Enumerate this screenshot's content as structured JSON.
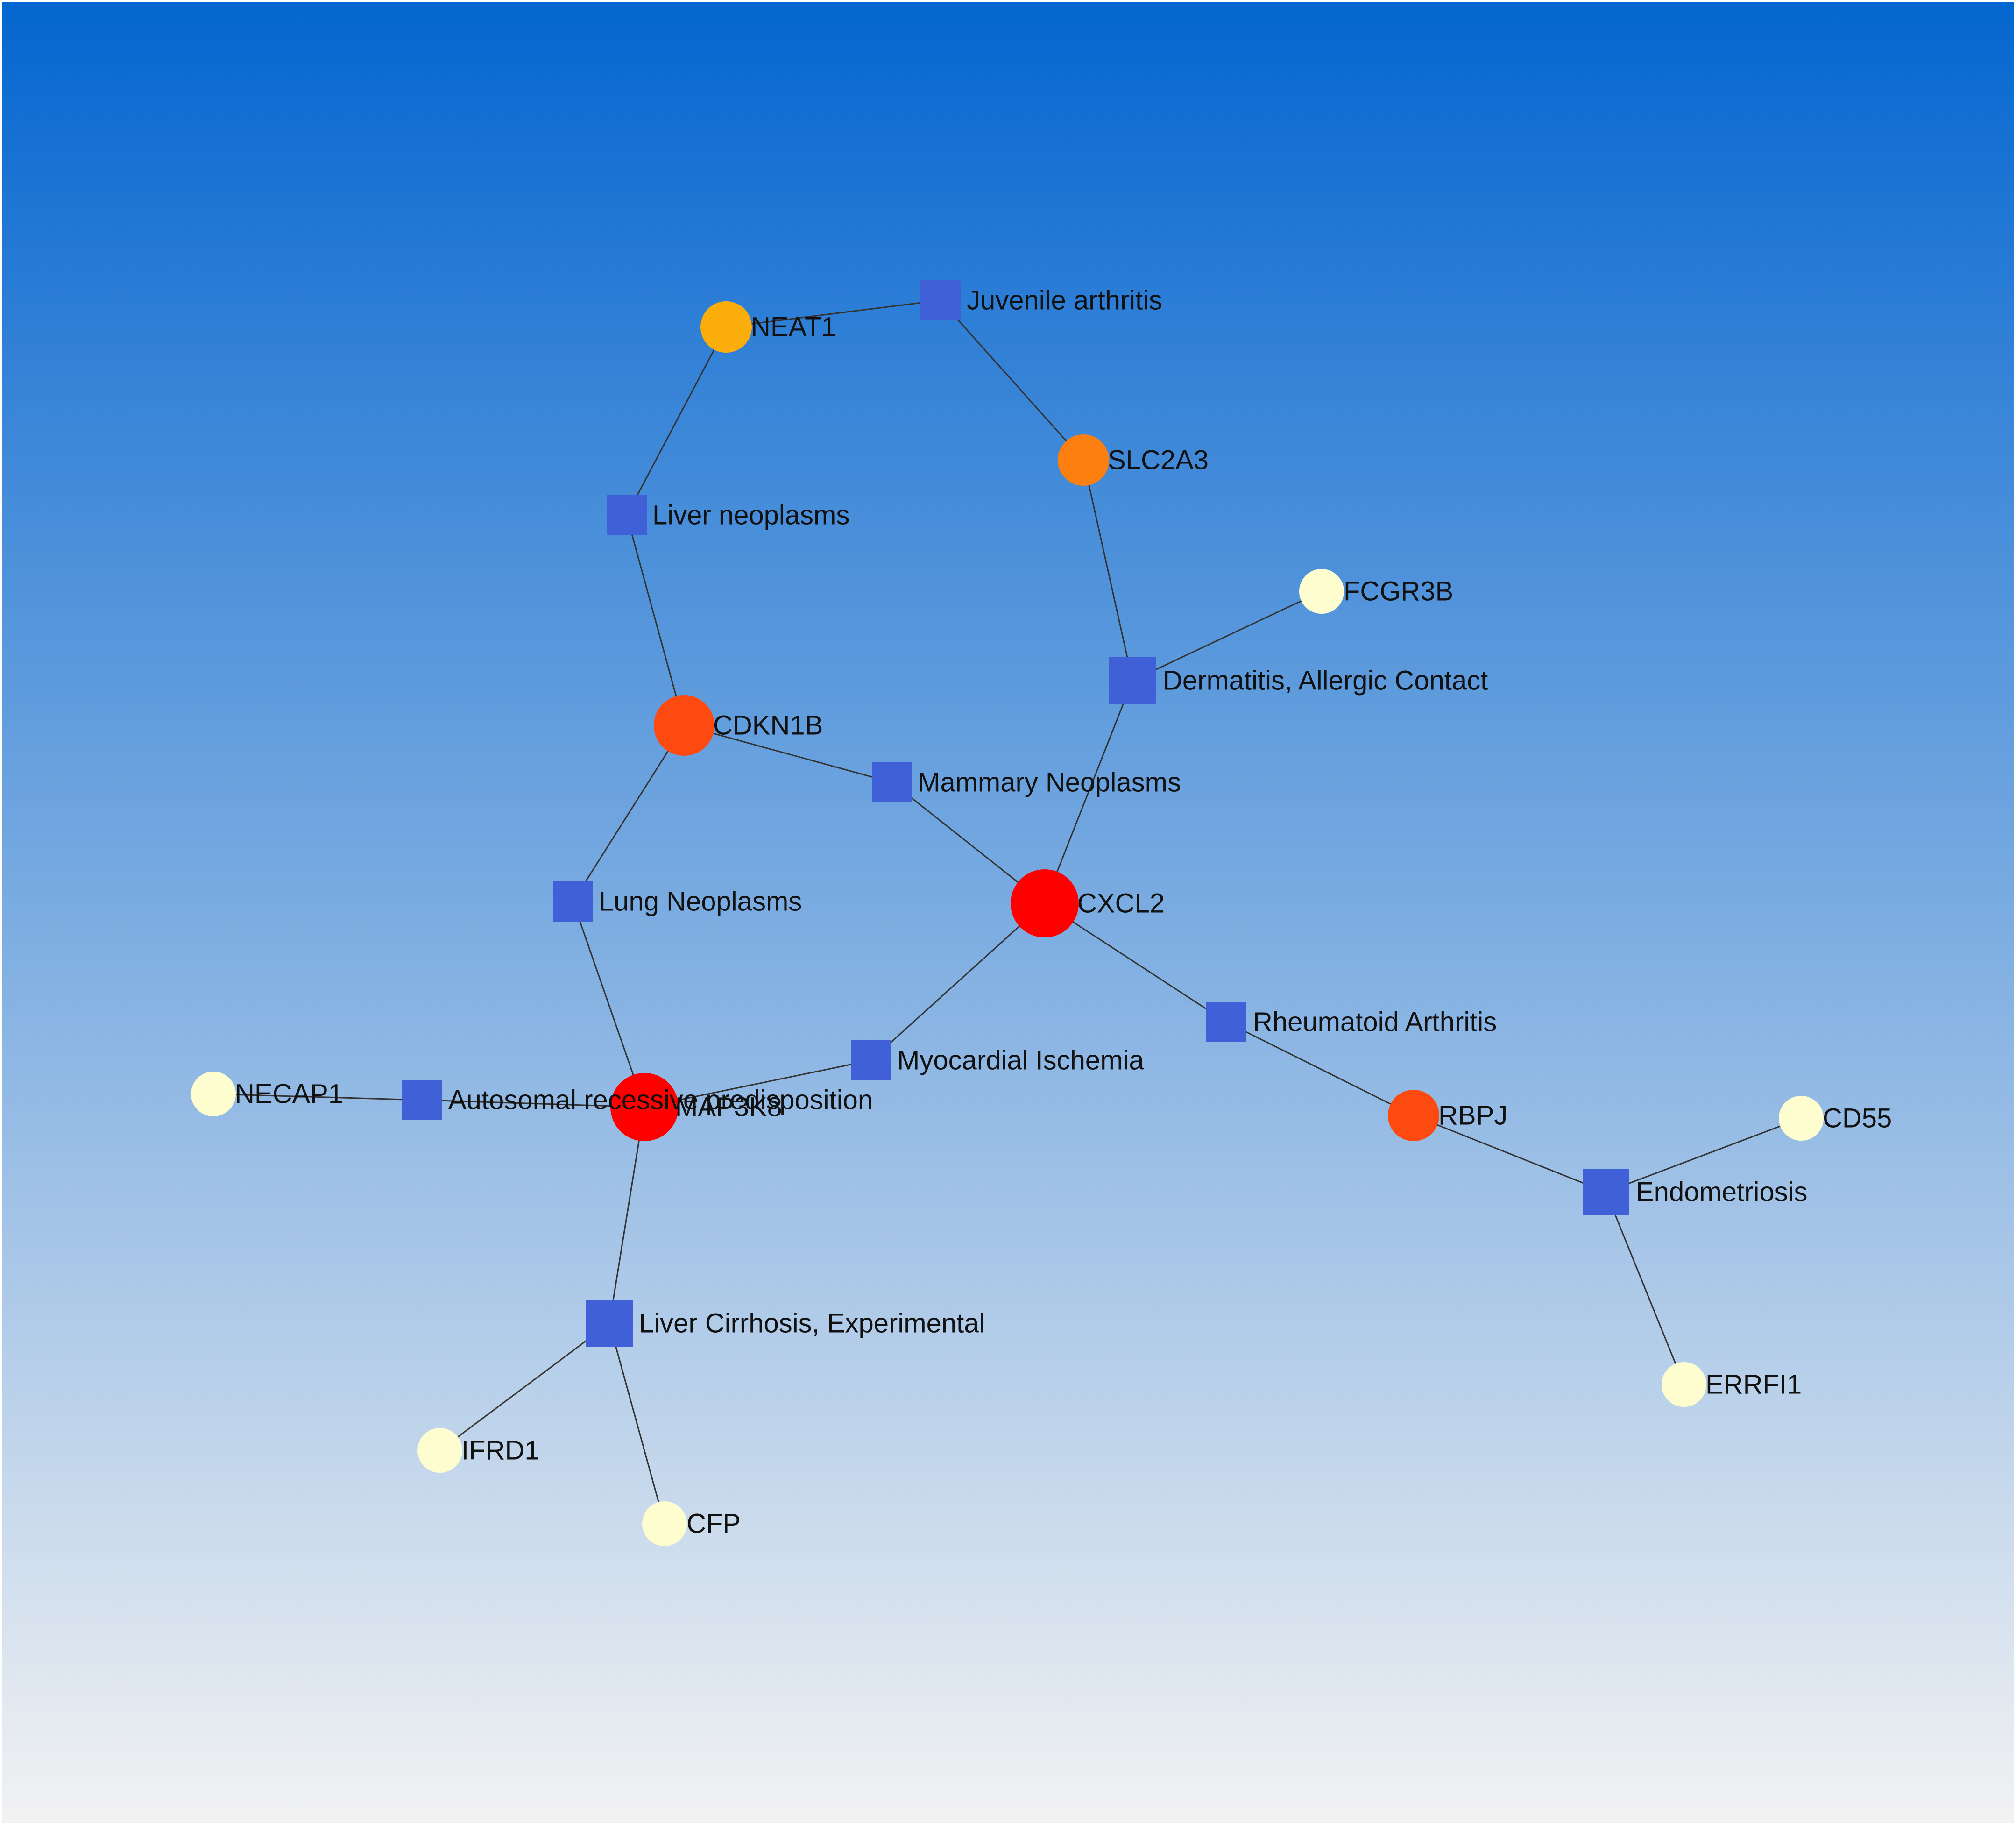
{
  "network": {
    "background": {
      "top_color": "#0466d0",
      "bottom_color": "#f2f2f2"
    },
    "node_colors": {
      "disease": "#4060d8",
      "lightyellow": "#fdfdd0",
      "amber": "#fbad0b",
      "orange": "#fd7f0f",
      "red_orange": "#fd4a10",
      "red": "#fe0000"
    },
    "nodes": [
      {
        "id": "neat1",
        "label": "NEAT1",
        "kind": "gene",
        "color": "amber"
      },
      {
        "id": "juvenile_arthritis",
        "label": "Juvenile arthritis",
        "kind": "disease",
        "color": "disease"
      },
      {
        "id": "slc2a3",
        "label": "SLC2A3",
        "kind": "gene",
        "color": "orange"
      },
      {
        "id": "liver_neoplasms",
        "label": "Liver neoplasms",
        "kind": "disease",
        "color": "disease"
      },
      {
        "id": "fcgr3b",
        "label": "FCGR3B",
        "kind": "gene",
        "color": "lightyellow"
      },
      {
        "id": "dermatitis",
        "label": "Dermatitis, Allergic Contact",
        "kind": "disease",
        "color": "disease"
      },
      {
        "id": "cdkn1b",
        "label": "CDKN1B",
        "kind": "gene",
        "color": "red_orange"
      },
      {
        "id": "mammary_neoplasms",
        "label": "Mammary Neoplasms",
        "kind": "disease",
        "color": "disease"
      },
      {
        "id": "cxcl2",
        "label": "CXCL2",
        "kind": "gene",
        "color": "red"
      },
      {
        "id": "lung_neoplasms",
        "label": "Lung Neoplasms",
        "kind": "disease",
        "color": "disease"
      },
      {
        "id": "rheumatoid_arthritis",
        "label": "Rheumatoid Arthritis",
        "kind": "disease",
        "color": "disease"
      },
      {
        "id": "myocardial_ischemia",
        "label": "Myocardial Ischemia",
        "kind": "disease",
        "color": "disease"
      },
      {
        "id": "necap1",
        "label": "NECAP1",
        "kind": "gene",
        "color": "lightyellow"
      },
      {
        "id": "autosomal",
        "label": "Autosomal recessive predisposition",
        "kind": "disease",
        "color": "disease"
      },
      {
        "id": "map3k8",
        "label": "MAP3K8",
        "kind": "gene",
        "color": "red"
      },
      {
        "id": "rbpj",
        "label": "RBPJ",
        "kind": "gene",
        "color": "red_orange"
      },
      {
        "id": "cd55",
        "label": "CD55",
        "kind": "gene",
        "color": "lightyellow"
      },
      {
        "id": "endometriosis",
        "label": "Endometriosis",
        "kind": "disease",
        "color": "disease"
      },
      {
        "id": "liver_cirrhosis",
        "label": "Liver Cirrhosis, Experimental",
        "kind": "disease",
        "color": "disease"
      },
      {
        "id": "errfi1",
        "label": "ERRFI1",
        "kind": "gene",
        "color": "lightyellow"
      },
      {
        "id": "ifrd1",
        "label": "IFRD1",
        "kind": "gene",
        "color": "lightyellow"
      },
      {
        "id": "cfp",
        "label": "CFP",
        "kind": "gene",
        "color": "lightyellow"
      }
    ],
    "edges": [
      [
        "neat1",
        "juvenile_arthritis"
      ],
      [
        "juvenile_arthritis",
        "slc2a3"
      ],
      [
        "neat1",
        "liver_neoplasms"
      ],
      [
        "liver_neoplasms",
        "cdkn1b"
      ],
      [
        "slc2a3",
        "dermatitis"
      ],
      [
        "fcgr3b",
        "dermatitis"
      ],
      [
        "dermatitis",
        "cxcl2"
      ],
      [
        "cdkn1b",
        "mammary_neoplasms"
      ],
      [
        "mammary_neoplasms",
        "cxcl2"
      ],
      [
        "cdkn1b",
        "lung_neoplasms"
      ],
      [
        "lung_neoplasms",
        "map3k8"
      ],
      [
        "cxcl2",
        "myocardial_ischemia"
      ],
      [
        "myocardial_ischemia",
        "map3k8"
      ],
      [
        "cxcl2",
        "rheumatoid_arthritis"
      ],
      [
        "rheumatoid_arthritis",
        "rbpj"
      ],
      [
        "rbpj",
        "endometriosis"
      ],
      [
        "endometriosis",
        "cd55"
      ],
      [
        "endometriosis",
        "errfi1"
      ],
      [
        "necap1",
        "autosomal"
      ],
      [
        "autosomal",
        "map3k8"
      ],
      [
        "map3k8",
        "liver_cirrhosis"
      ],
      [
        "liver_cirrhosis",
        "ifrd1"
      ],
      [
        "liver_cirrhosis",
        "cfp"
      ]
    ]
  }
}
